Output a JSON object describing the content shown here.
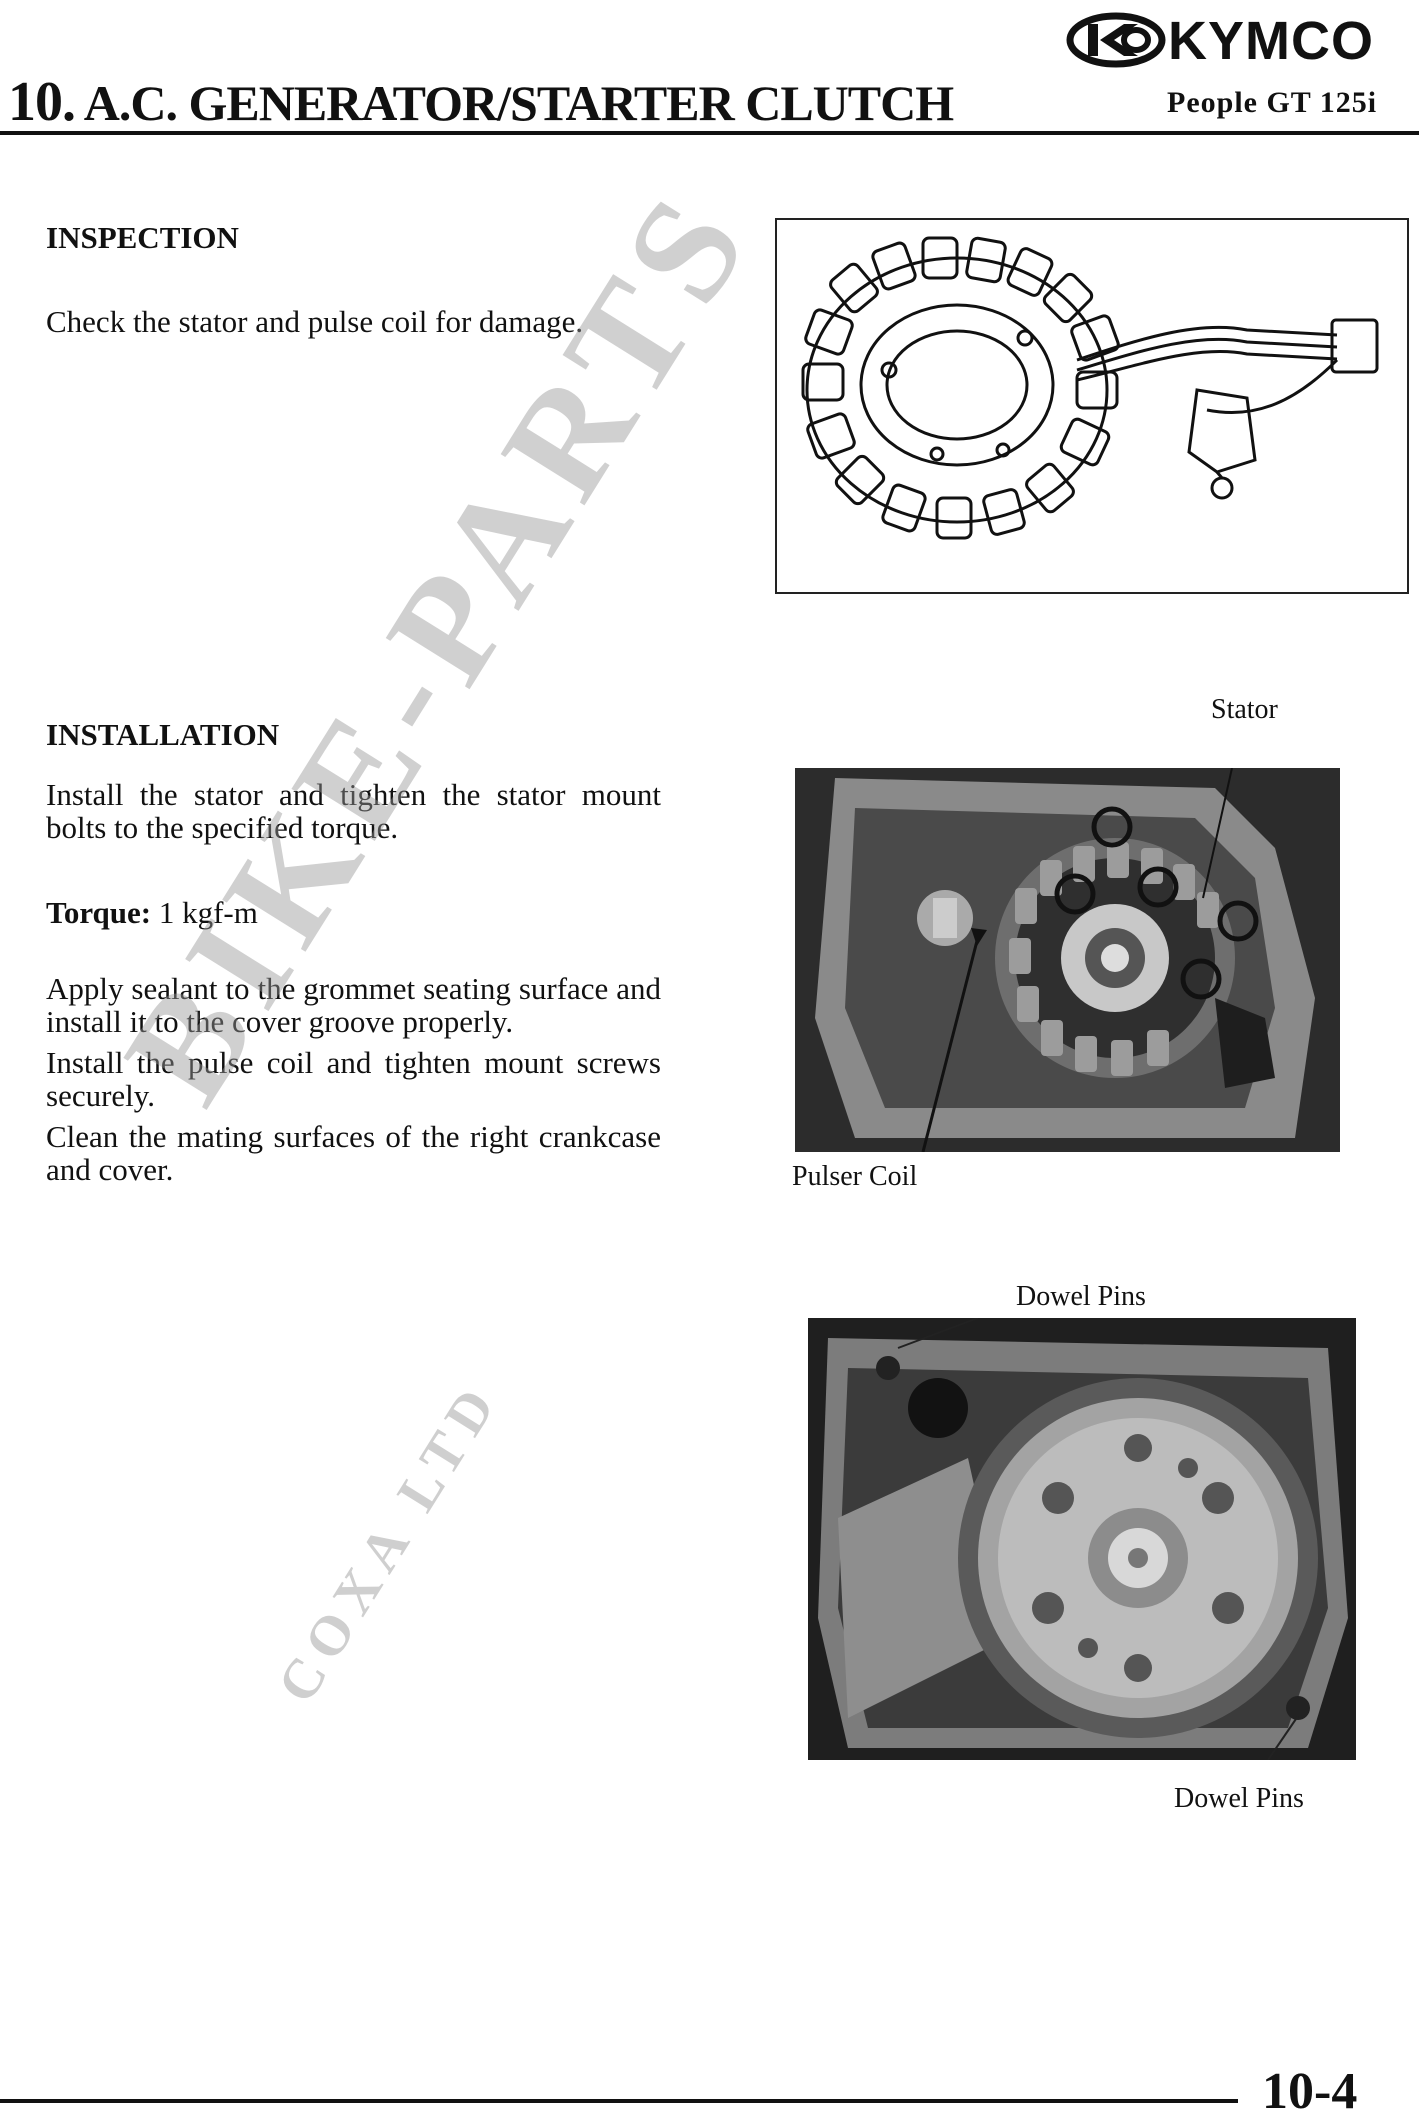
{
  "header": {
    "brand": "KYMCO",
    "chapter_number": "10.",
    "chapter_title": "A.C. GENERATOR/STARTER CLUTCH",
    "model": "People GT 125i"
  },
  "inspection": {
    "heading": "INSPECTION",
    "text": "Check the stator and pulse coil for damage."
  },
  "installation": {
    "heading": "INSTALLATION",
    "step1": "Install the stator and tighten the stator mount bolts to the specified torque.",
    "torque_label": "Torque:",
    "torque_value": "1 kgf-m",
    "step2": "Apply sealant to the grommet seating surface and install it to the cover groove properly.",
    "step3": "Install the pulse coil and tighten mount screws securely.",
    "step4": "Clean the mating surfaces of the right crankcase and cover."
  },
  "figure_labels": {
    "stator": "Stator",
    "pulser_coil": "Pulser Coil",
    "dowel_pins_top": "Dowel Pins",
    "dowel_pins_bottom": "Dowel Pins"
  },
  "watermark": {
    "main": "BIKE-PARTS",
    "sub": "COXA LTD"
  },
  "footer": {
    "page_number": "10-4"
  }
}
